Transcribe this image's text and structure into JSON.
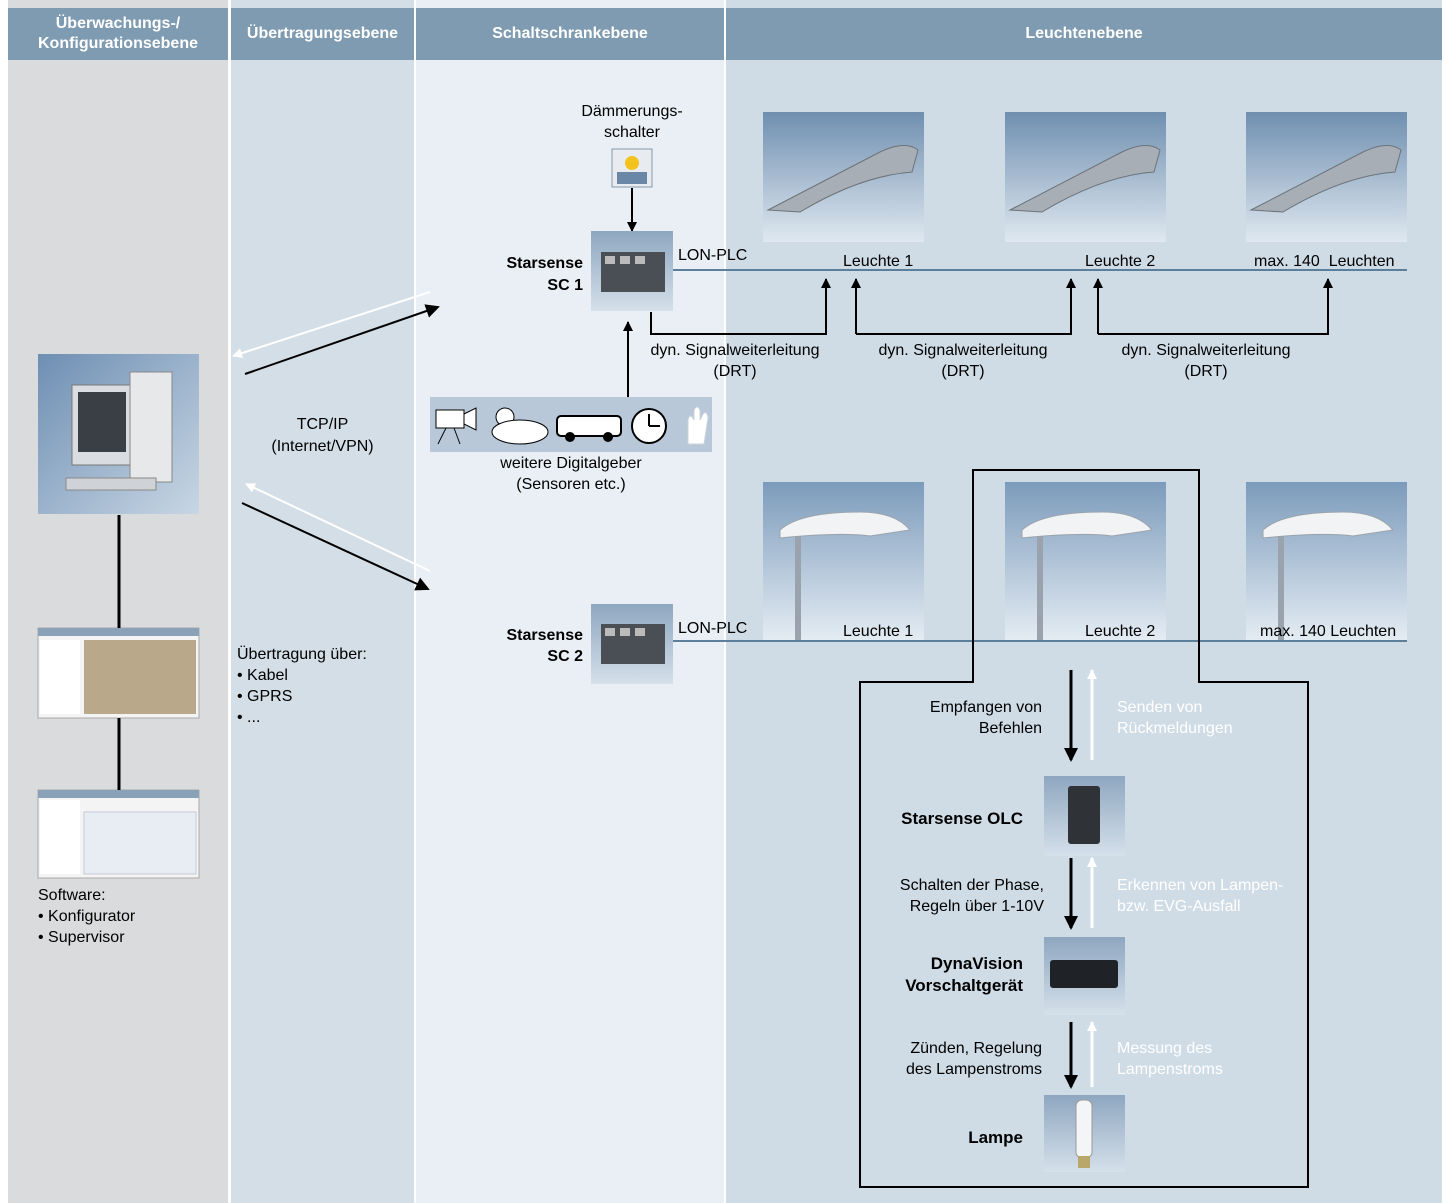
{
  "headers": {
    "col1": "Überwachungs-/\nKonfigurationsebene",
    "col2": "Übertragungsebene",
    "col3": "Schaltschrankebene",
    "col4": "Leuchtenebene"
  },
  "left": {
    "software_title": "Software:",
    "software_items": [
      "• Konfigurator",
      "• Supervisor"
    ]
  },
  "transmission": {
    "protocol": "TCP/IP",
    "protocol_sub": "(Internet/VPN)",
    "via_title": "Übertragung über:",
    "via_items": [
      "• Kabel",
      "• GPRS",
      "• ..."
    ]
  },
  "cabinet": {
    "twilight_line1": "Dämmerungs-",
    "twilight_line2": "schalter",
    "sc1_line1": "Starsense",
    "sc1_line2": "SC 1",
    "sc2_line1": "Starsense",
    "sc2_line2": "SC 2",
    "lonplc1": "LON-PLC",
    "lonplc2": "LON-PLC",
    "sensors_line1": "weitere Digitalgeber",
    "sensors_line2": "(Sensoren etc.)"
  },
  "luminaires": {
    "row1": [
      "Leuchte 1",
      "Leuchte 2",
      "max. 140  Leuchten"
    ],
    "row2": [
      "Leuchte 1",
      "Leuchte 2",
      "max. 140 Leuchten"
    ],
    "drt": [
      {
        "line1": "dyn. Signalweiterleitung",
        "line2": "(DRT)"
      },
      {
        "line1": "dyn. Signalweiterleitung",
        "line2": "(DRT)"
      },
      {
        "line1": "dyn. Signalweiterleitung",
        "line2": "(DRT)"
      }
    ]
  },
  "detail": {
    "recv_line1": "Empfangen von",
    "recv_line2": "Befehlen",
    "send_line1": "Senden von",
    "send_line2": "Rückmeldungen",
    "olc": "Starsense OLC",
    "switch_line1": "Schalten der Phase,",
    "switch_line2": "Regeln über 1-10V",
    "detect_line1": "Erkennen von Lampen-",
    "detect_line2": "bzw. EVG-Ausfall",
    "ballast_line1": "DynaVision",
    "ballast_line2": "Vorschaltgerät",
    "ignite_line1": "Zünden, Regelung",
    "ignite_line2": "des Lampenstroms",
    "measure_line1": "Messung des",
    "measure_line2": "Lampenstroms",
    "lamp": "Lampe"
  },
  "colors": {
    "col1_bg": "#dadbdc",
    "col2_bg": "#d3dee7",
    "col3_bg": "#e9eff4",
    "col4_bg": "#cfdce6",
    "header_bg": "#7f9bb1",
    "bus_line": "#5c7f9c"
  }
}
